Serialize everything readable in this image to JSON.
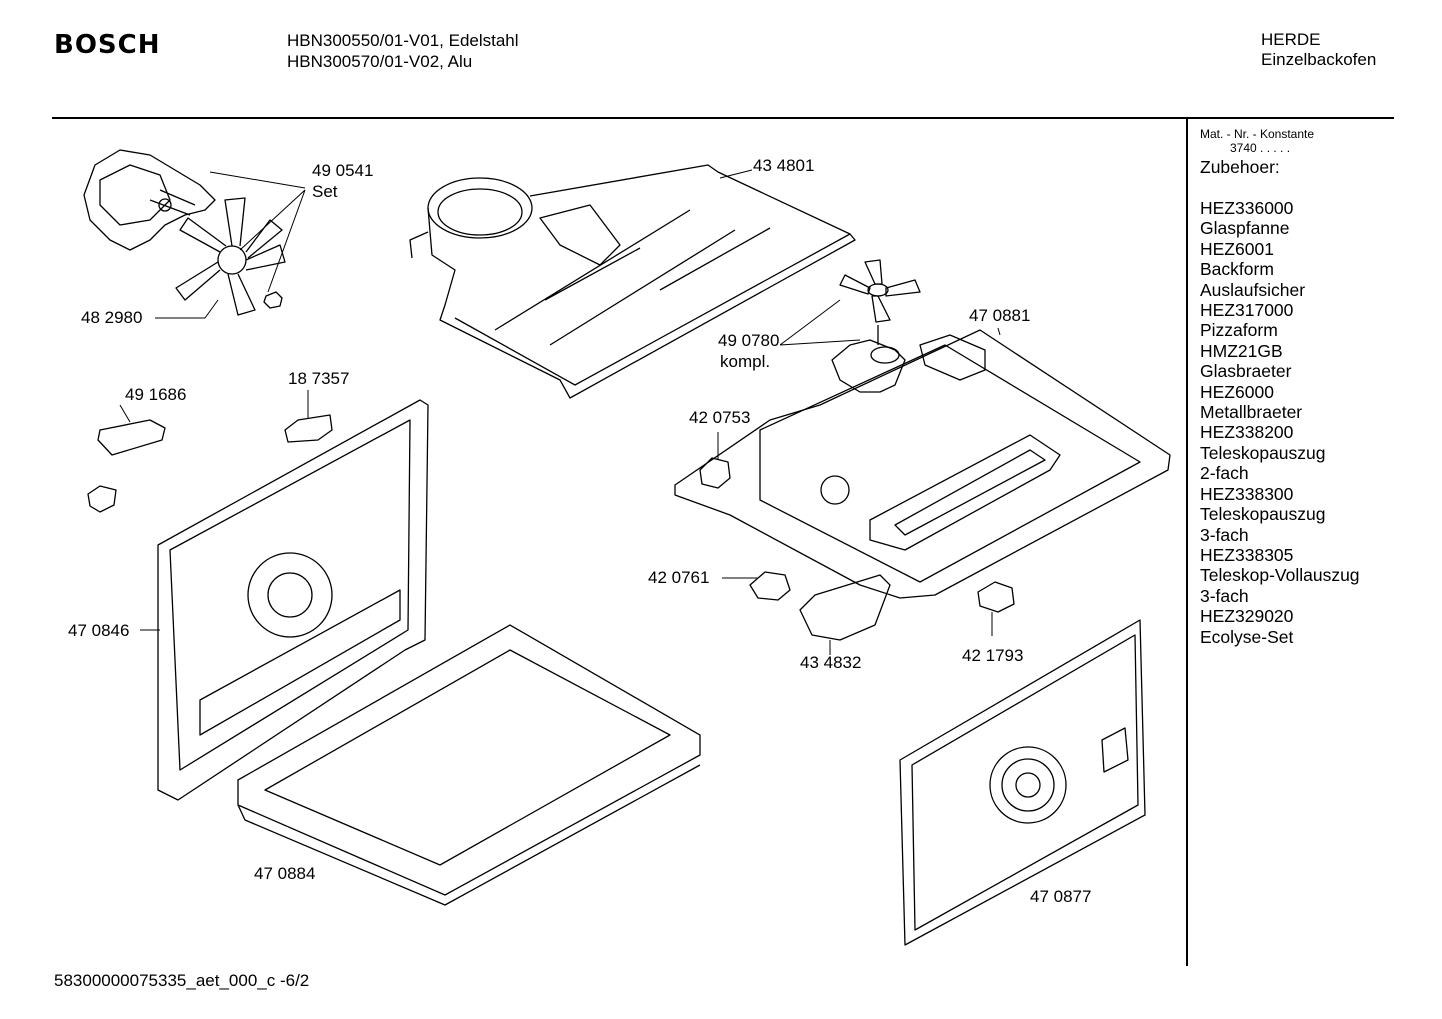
{
  "header": {
    "brand": "BOSCH",
    "models": [
      "HBN300550/01-V01, Edelstahl",
      "HBN300570/01-V02, Alu"
    ],
    "category": [
      "HERDE",
      "Einzelbackofen"
    ]
  },
  "sidebar": {
    "mat_label": "Mat. - Nr. - Konstante",
    "mat_value": "3740 . . . . .",
    "accessories_title": "Zubehoer:",
    "accessories": [
      "HEZ336000",
      "Glaspfanne",
      "HEZ6001",
      "Backform",
      "Auslaufsicher",
      "HEZ317000",
      "Pizzaform",
      "HMZ21GB",
      "Glasbraeter",
      "HEZ6000",
      "Metallbraeter",
      "HEZ338200",
      "Teleskopauszug",
      "2-fach",
      "HEZ338300",
      "Teleskopauszug",
      "3-fach",
      "HEZ338305",
      "Teleskop-Vollauszug",
      "3-fach",
      "HEZ329020",
      "Ecolyse-Set"
    ]
  },
  "parts": {
    "p490541": "49 0541",
    "p490541_note": "Set",
    "p482980": "48 2980",
    "p434801": "43 4801",
    "p490780": "49 0780",
    "p490780_note": "kompl.",
    "p470881": "47 0881",
    "p491686": "49 1686",
    "p187357": "18 7357",
    "p420753": "42 0753",
    "p420761": "42 0761",
    "p470846": "47 0846",
    "p434832": "43 4832",
    "p421793": "42 1793",
    "p470884": "47 0884",
    "p470877": "47 0877"
  },
  "footer": {
    "doc_id": "58300000075335_aet_000_c -6/2"
  }
}
